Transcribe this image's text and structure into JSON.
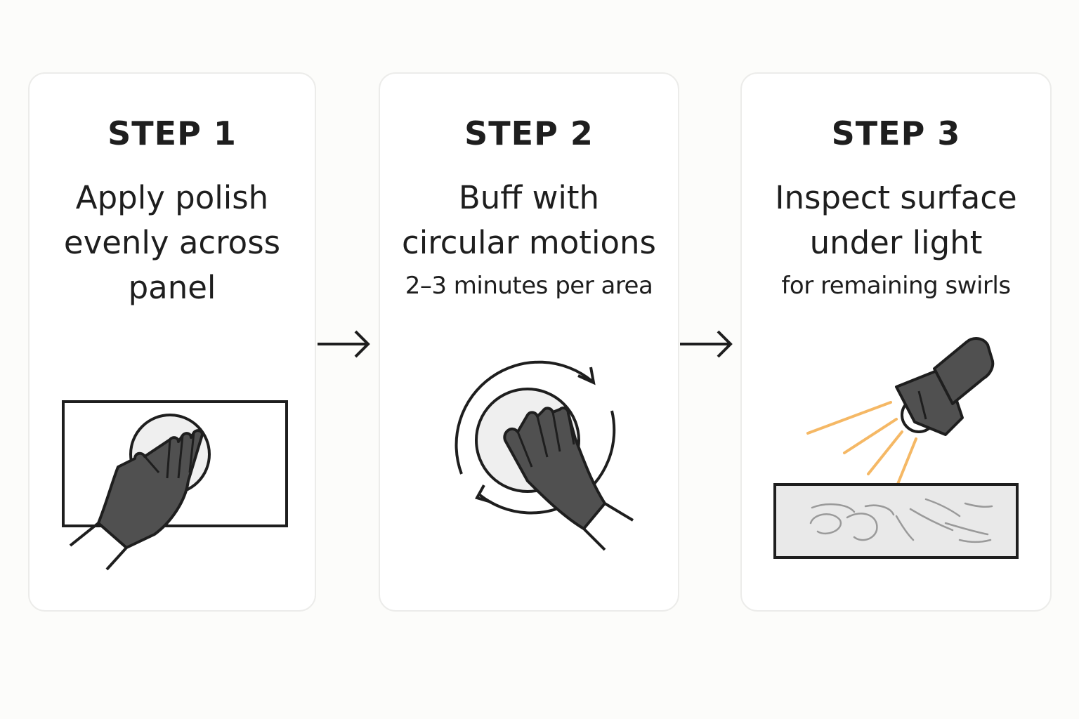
{
  "steps": [
    {
      "title": "STEP 1",
      "lines": [
        "Apply polish",
        "evenly across",
        "panel"
      ],
      "sub": ""
    },
    {
      "title": "STEP 2",
      "lines": [
        "Buff with",
        "circular motions"
      ],
      "sub": "2–3 minutes per area"
    },
    {
      "title": "STEP 3",
      "lines": [
        "Inspect surface",
        "under light"
      ],
      "sub": "for remaining swirls"
    }
  ],
  "colors": {
    "glove": "#505050",
    "outline": "#1e1e1e",
    "pad": "#efefef",
    "light_ray": "#f5b865",
    "panel_fill": "#e9e9e9",
    "swirl": "#9a9a9a"
  },
  "icons": [
    "glove-hand-icon",
    "polish-pad-icon",
    "circular-arrows-icon",
    "flashlight-icon",
    "light-rays-icon",
    "swirl-marks-icon",
    "right-arrow-icon"
  ]
}
